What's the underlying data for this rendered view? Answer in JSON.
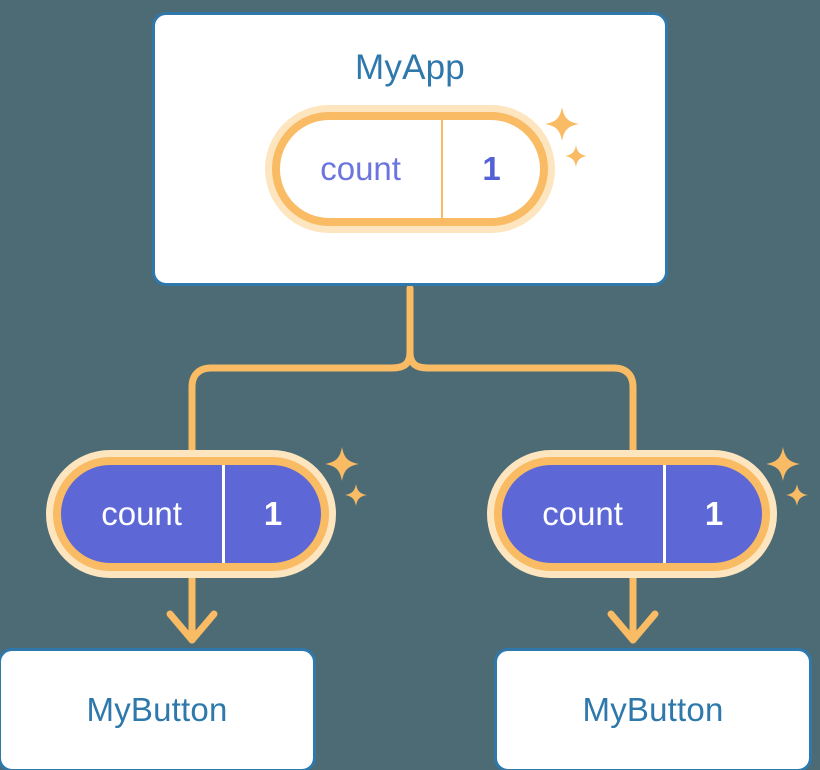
{
  "diagram": {
    "type": "component-tree",
    "background_color": "#4d6b75",
    "accent_colors": {
      "card_border": "#2e78ab",
      "card_title": "#2e78ab",
      "pill_border": "#f9bb63",
      "pill_glow": "#fce5bf",
      "pill_fill_solid": "#5d68d6",
      "state_key_text": "#6b75dd",
      "state_value_text": "#5360d8",
      "connector": "#f9bb63",
      "sparkle": "#f9bb63"
    }
  },
  "app_card": {
    "title": "MyApp",
    "state_pill": {
      "key": "count",
      "value": "1"
    }
  },
  "children": [
    {
      "state_pill": {
        "key": "count",
        "value": "1"
      },
      "card": {
        "title": "MyButton"
      }
    },
    {
      "state_pill": {
        "key": "count",
        "value": "1"
      },
      "card": {
        "title": "MyButton"
      }
    }
  ],
  "icons": {
    "sparkle_large": "sparkle-icon",
    "sparkle_small": "sparkle-small-icon",
    "arrow_down": "arrow-down-icon",
    "branch": "branch-connector-icon"
  }
}
